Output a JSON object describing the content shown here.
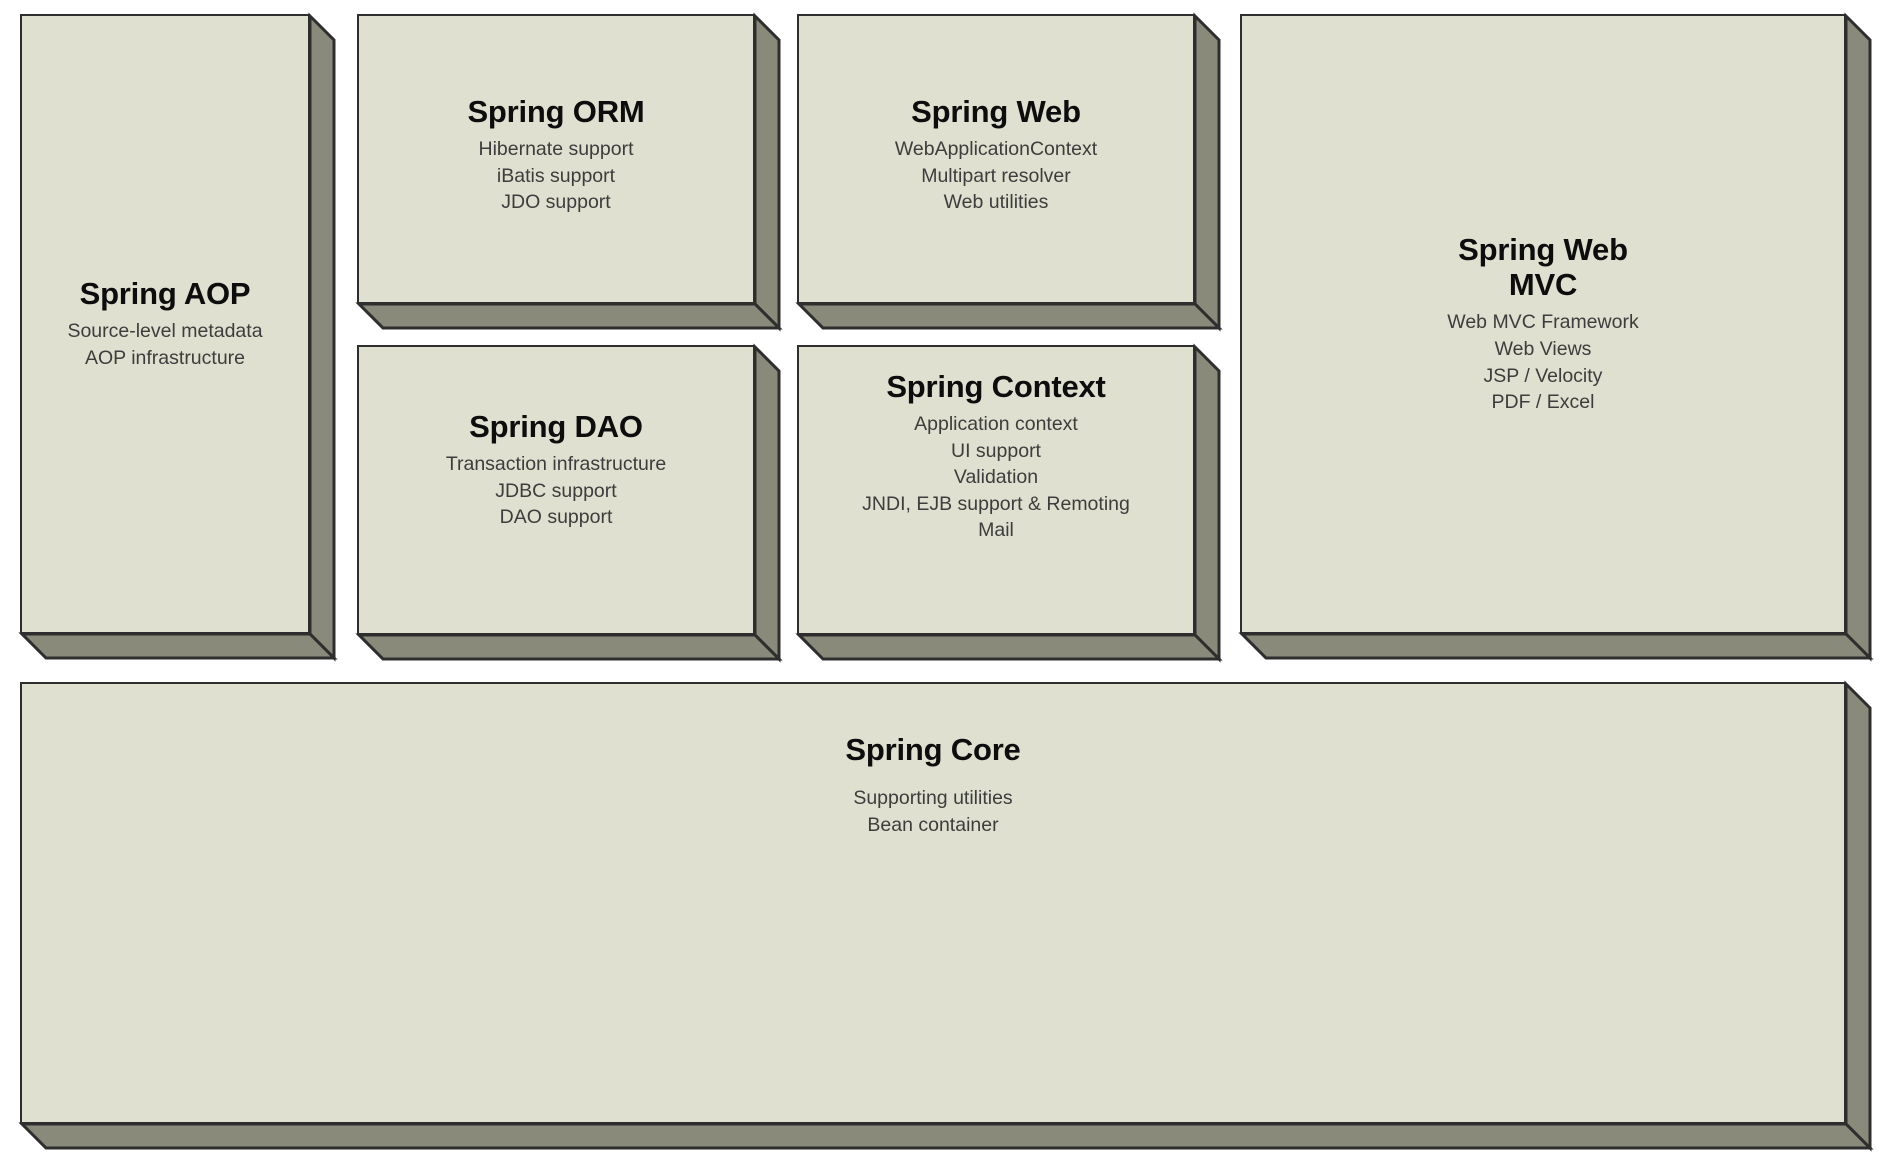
{
  "diagram": {
    "name": "Spring Framework Architecture",
    "colors": {
      "face": "#dfe0cf",
      "extrusion": "#8a8a7a",
      "border": "#2e2e2e",
      "title_text": "#0d0d0d",
      "detail_text": "#3d3d3d",
      "background": "#ffffff"
    },
    "modules": [
      {
        "id": "spring-aop",
        "title": "Spring AOP",
        "details": [
          "Source-level metadata",
          "AOP infrastructure"
        ]
      },
      {
        "id": "spring-orm",
        "title": "Spring ORM",
        "details": [
          "Hibernate support",
          "iBatis support",
          "JDO support"
        ]
      },
      {
        "id": "spring-web",
        "title": "Spring Web",
        "details": [
          "WebApplicationContext",
          "Multipart resolver",
          "Web utilities"
        ]
      },
      {
        "id": "spring-web-mvc",
        "title": "Spring Web\nMVC",
        "details": [
          "Web MVC Framework",
          "Web Views",
          "JSP / Velocity",
          "PDF / Excel"
        ]
      },
      {
        "id": "spring-dao",
        "title": "Spring DAO",
        "details": [
          "Transaction infrastructure",
          "JDBC support",
          "DAO support"
        ]
      },
      {
        "id": "spring-context",
        "title": "Spring Context",
        "details": [
          "Application context",
          "UI support",
          "Validation",
          "JNDI, EJB support & Remoting",
          "Mail"
        ]
      },
      {
        "id": "spring-core",
        "title": "Spring Core",
        "details": [
          "Supporting utilities",
          "Bean container"
        ]
      }
    ]
  }
}
